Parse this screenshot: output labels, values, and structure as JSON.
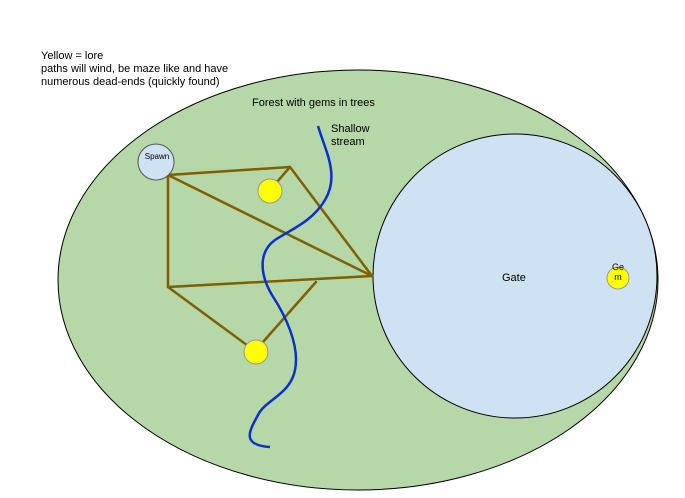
{
  "notes": {
    "line1": "Yellow = lore",
    "line2": "paths will wind, be maze like and have",
    "line3": "numerous dead-ends (quickly found)"
  },
  "labels": {
    "forest": "Forest with gems in trees",
    "stream": "Shallow stream",
    "gate": "Gate",
    "spawn": "Spawn",
    "gem": "Gem"
  },
  "colors": {
    "forest_fill": "#b6d7a8",
    "gate_fill": "#cfe2f3",
    "path": "#7f6000",
    "lore": "#ffff00",
    "stream": "#0b2fcc",
    "outline": "#000000"
  }
}
